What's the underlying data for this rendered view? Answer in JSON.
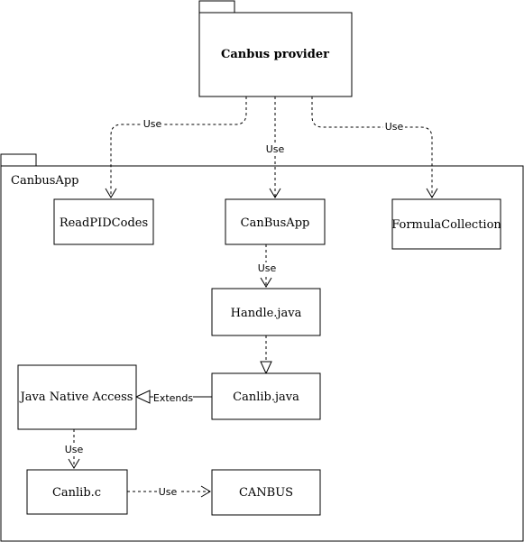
{
  "packages": {
    "provider": {
      "title": "Canbus provider"
    },
    "app": {
      "name": "CanbusApp"
    }
  },
  "nodes": {
    "read_pid_codes": "ReadPIDCodes",
    "canbus_app": "CanBusApp",
    "formula_collection": "FormulaCollection",
    "handle_java": "Handle.java",
    "canlib_java": "Canlib.java",
    "java_native_access": "Java Native Access",
    "canlib_c": "Canlib.c",
    "canbus": "CANBUS"
  },
  "edges": {
    "use_provider_to_read_pid": "Use",
    "use_provider_to_canbus_app": "Use",
    "use_provider_to_formula": "Use",
    "use_canbus_app_to_handle": "Use",
    "extends_canlib_to_jna": "Extends",
    "use_jna_to_canlib_c": "Use",
    "use_canlib_c_to_canbus": "Use"
  }
}
